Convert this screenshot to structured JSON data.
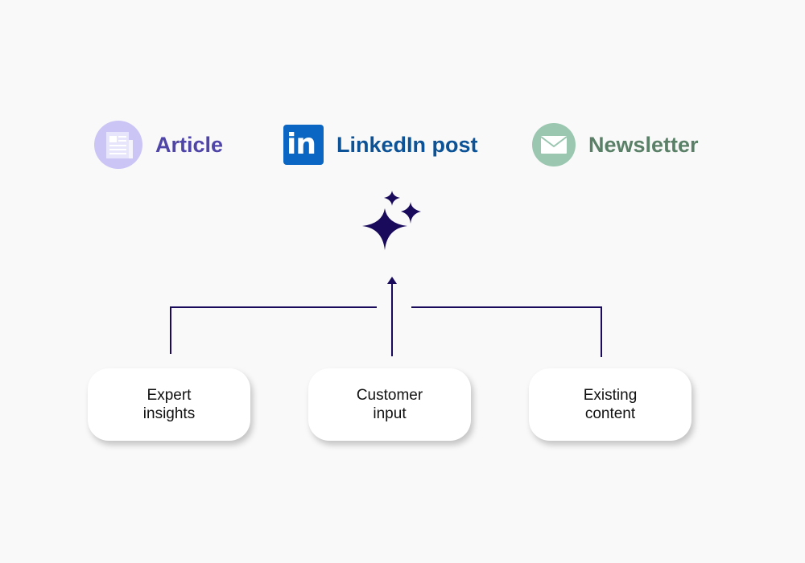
{
  "outputs": [
    {
      "label": "Article",
      "icon": "article-icon",
      "color": "#4f45a8"
    },
    {
      "label": "LinkedIn post",
      "icon": "linkedin-icon",
      "color": "#0b5296"
    },
    {
      "label": "Newsletter",
      "icon": "mail-icon",
      "color": "#5a8068"
    }
  ],
  "linkedin_logo_text": "in",
  "center_icon": "sparkles-icon",
  "sources": [
    {
      "label": "Expert\ninsights"
    },
    {
      "label": "Customer\ninput"
    },
    {
      "label": "Existing\ncontent"
    }
  ],
  "colors": {
    "background": "#f9f9f9",
    "connector": "#1a0a5c",
    "sparkle": "#1a0a5c"
  }
}
